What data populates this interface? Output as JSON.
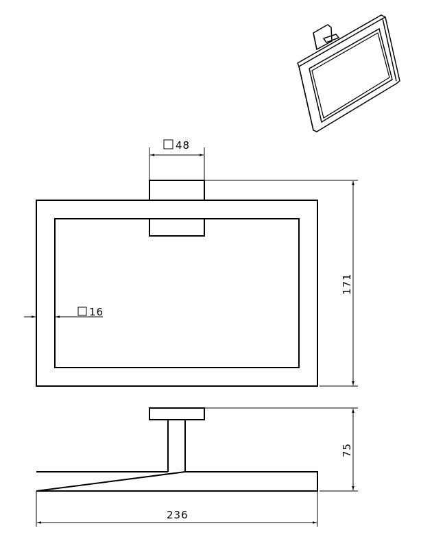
{
  "drawing": {
    "views": [
      "isometric-view",
      "front-view",
      "side-view"
    ],
    "dimensions": {
      "mount_square": {
        "symbol": "□",
        "value": "48"
      },
      "bar_square": {
        "symbol": "□",
        "value": "16"
      },
      "height": {
        "value": "171"
      },
      "depth": {
        "value": "75"
      },
      "width": {
        "value": "236"
      }
    },
    "colors": {
      "line": "#000000",
      "background": "#ffffff"
    }
  }
}
